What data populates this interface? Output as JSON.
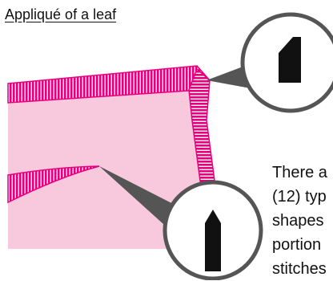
{
  "title": "Appliqué of a leaf",
  "text_lines": [
    "There a",
    "(12) typ",
    "shapes",
    "portion",
    "stitches"
  ],
  "colors": {
    "fabric": "#f8c8dc",
    "stitch": "#e6007e",
    "stitch_light": "#ffffff",
    "callout": "#555555",
    "circle_stroke": "#555555",
    "glyph": "#111111"
  },
  "callouts": [
    {
      "icon": "square-angled-tip-icon"
    },
    {
      "icon": "pointed-tip-icon"
    }
  ]
}
